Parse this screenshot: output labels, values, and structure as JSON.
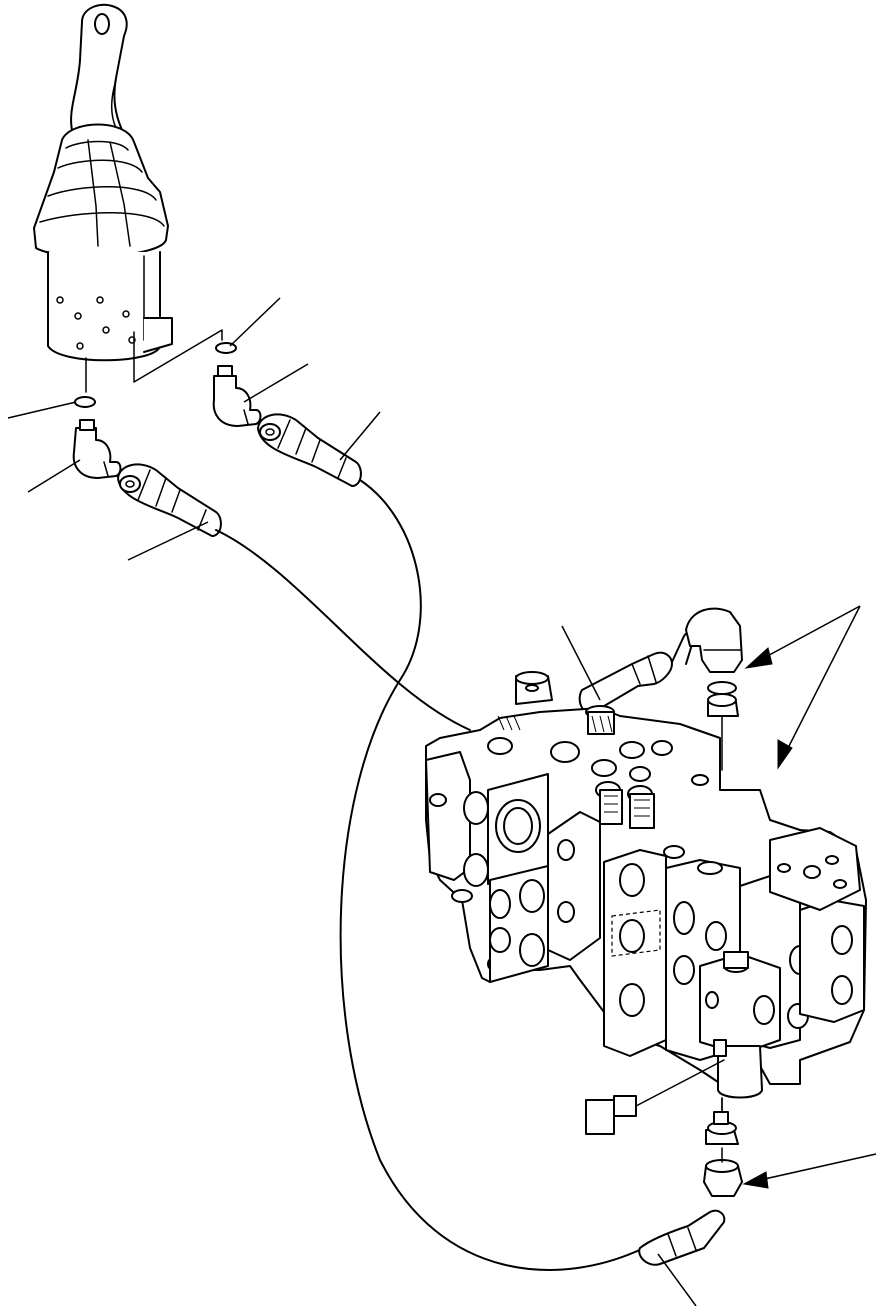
{
  "figure": {
    "kind": "exploded-parts-drawing",
    "title": "",
    "callout_labels": [],
    "leader_line_count": 10,
    "arrow_count": 4
  },
  "parts": [
    {
      "name": "joystick-lever"
    },
    {
      "name": "joystick-valve-body"
    },
    {
      "name": "o-ring"
    },
    {
      "name": "elbow-fitting"
    },
    {
      "name": "hose"
    },
    {
      "name": "control-valve-assembly"
    },
    {
      "name": "electrical-connector"
    }
  ]
}
